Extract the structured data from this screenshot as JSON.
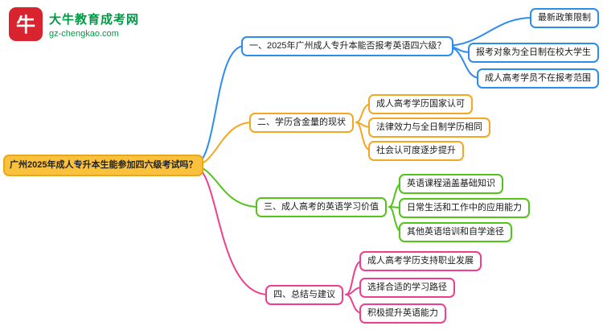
{
  "logo": {
    "icon_char": "牛",
    "site_name": "大牛教育成考网",
    "site_domain": "gz-chengkao.com"
  },
  "mindmap": {
    "root": "广州2025年成人专升本生能参加四六级考试吗？",
    "branches": [
      {
        "topic": "一、2025年广州成人专升本能否报考英语四六级？",
        "children": [
          "最新政策限制",
          "报考对象为全日制在校大学生",
          "成人高考学员不在报考范围"
        ]
      },
      {
        "topic": "二、学历含金量的现状",
        "children": [
          "成人高考学历国家认可",
          "法律效力与全日制学历相同",
          "社会认可度逐步提升"
        ]
      },
      {
        "topic": "三、成人高考的英语学习价值",
        "children": [
          "英语课程涵盖基础知识",
          "日常生活和工作中的应用能力",
          "其他英语培训和自学途径"
        ]
      },
      {
        "topic": "四、总结与建议",
        "children": [
          "成人高考学历支持职业发展",
          "选择合适的学习路径",
          "积极提升英语能力"
        ]
      }
    ]
  },
  "colors": {
    "branch1": "#2d8cf0",
    "branch2": "#f5a623",
    "branch3": "#52c41a",
    "branch4": "#ee3f8f",
    "root_bg": "#fac13c",
    "root_border": "#eaa722",
    "logo_red": "#d9232e",
    "logo_green": "#009a44"
  }
}
